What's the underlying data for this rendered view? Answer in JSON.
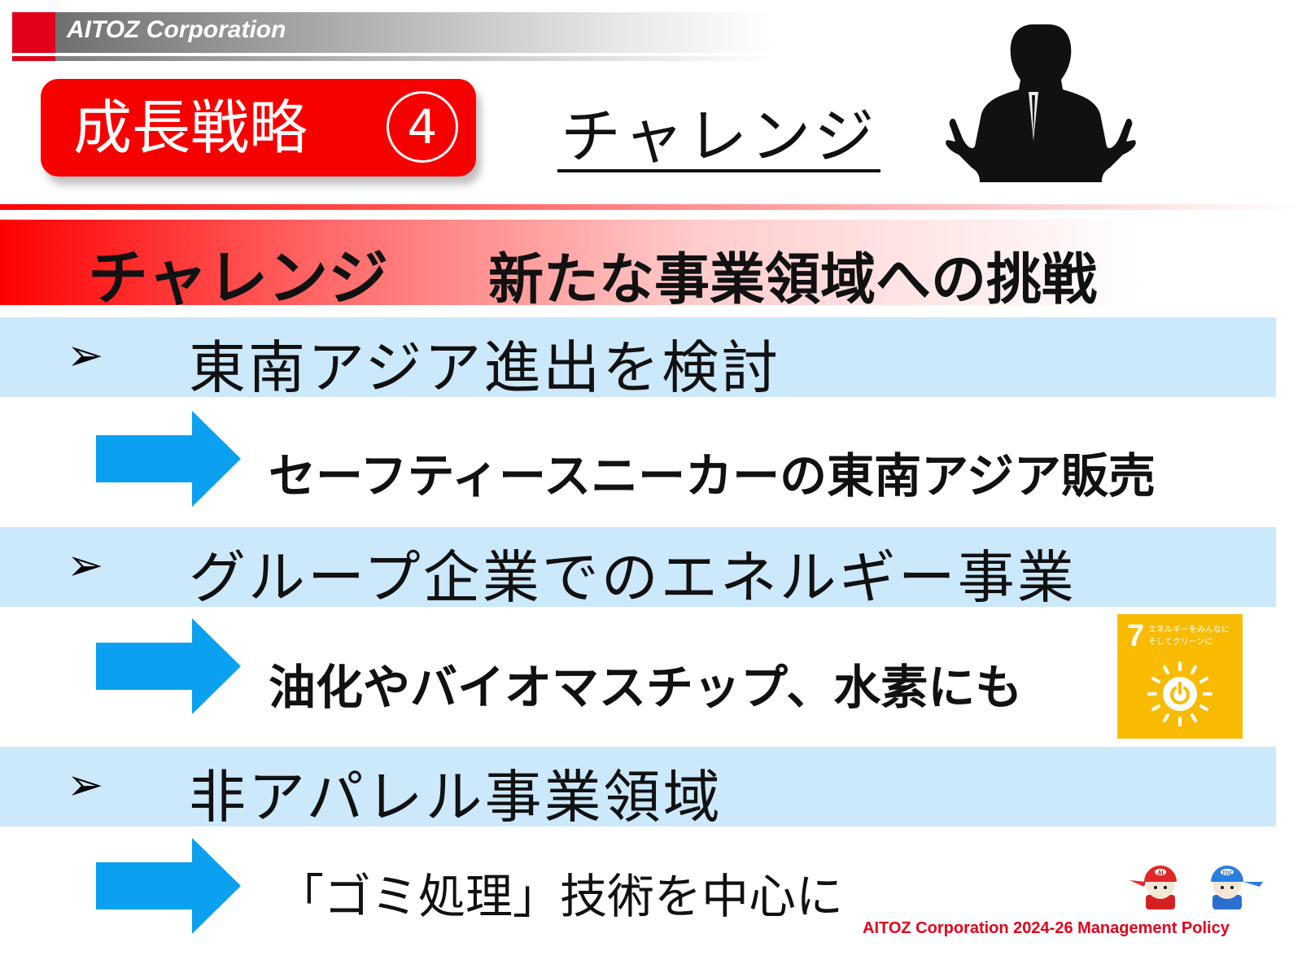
{
  "header": {
    "company_logo": "AITOZ Corporation"
  },
  "badge": {
    "label": "成長戦略",
    "number": "4"
  },
  "title": "チャレンジ",
  "banner": {
    "main": "チャレンジ",
    "sub": "新たな事業領域への挑戦"
  },
  "items": [
    {
      "bullet": "➢",
      "heading": "東南アジア進出を検討",
      "detail": "セーフティースニーカーの東南アジア販売"
    },
    {
      "bullet": "➢",
      "heading": "グループ企業でのエネルギー事業",
      "detail": "油化やバイオマスチップ、水素にも"
    },
    {
      "bullet": "➢",
      "heading": "非アパレル事業領域",
      "detail": "「ゴミ処理」技術を中心に"
    }
  ],
  "sdg": {
    "number": "7",
    "text_line1": "エネルギーをみんなに",
    "text_line2": "そしてクリーンに",
    "color": "#f8bb00"
  },
  "mascots": {
    "left_cap": "AI",
    "right_cap": "TOZ"
  },
  "footer": "AITOZ Corporation 2024-26 Management Policy",
  "colors": {
    "accent_red": "#f70000",
    "arrow_blue": "#0ba0f0",
    "row_blue": "#cce8fb"
  }
}
